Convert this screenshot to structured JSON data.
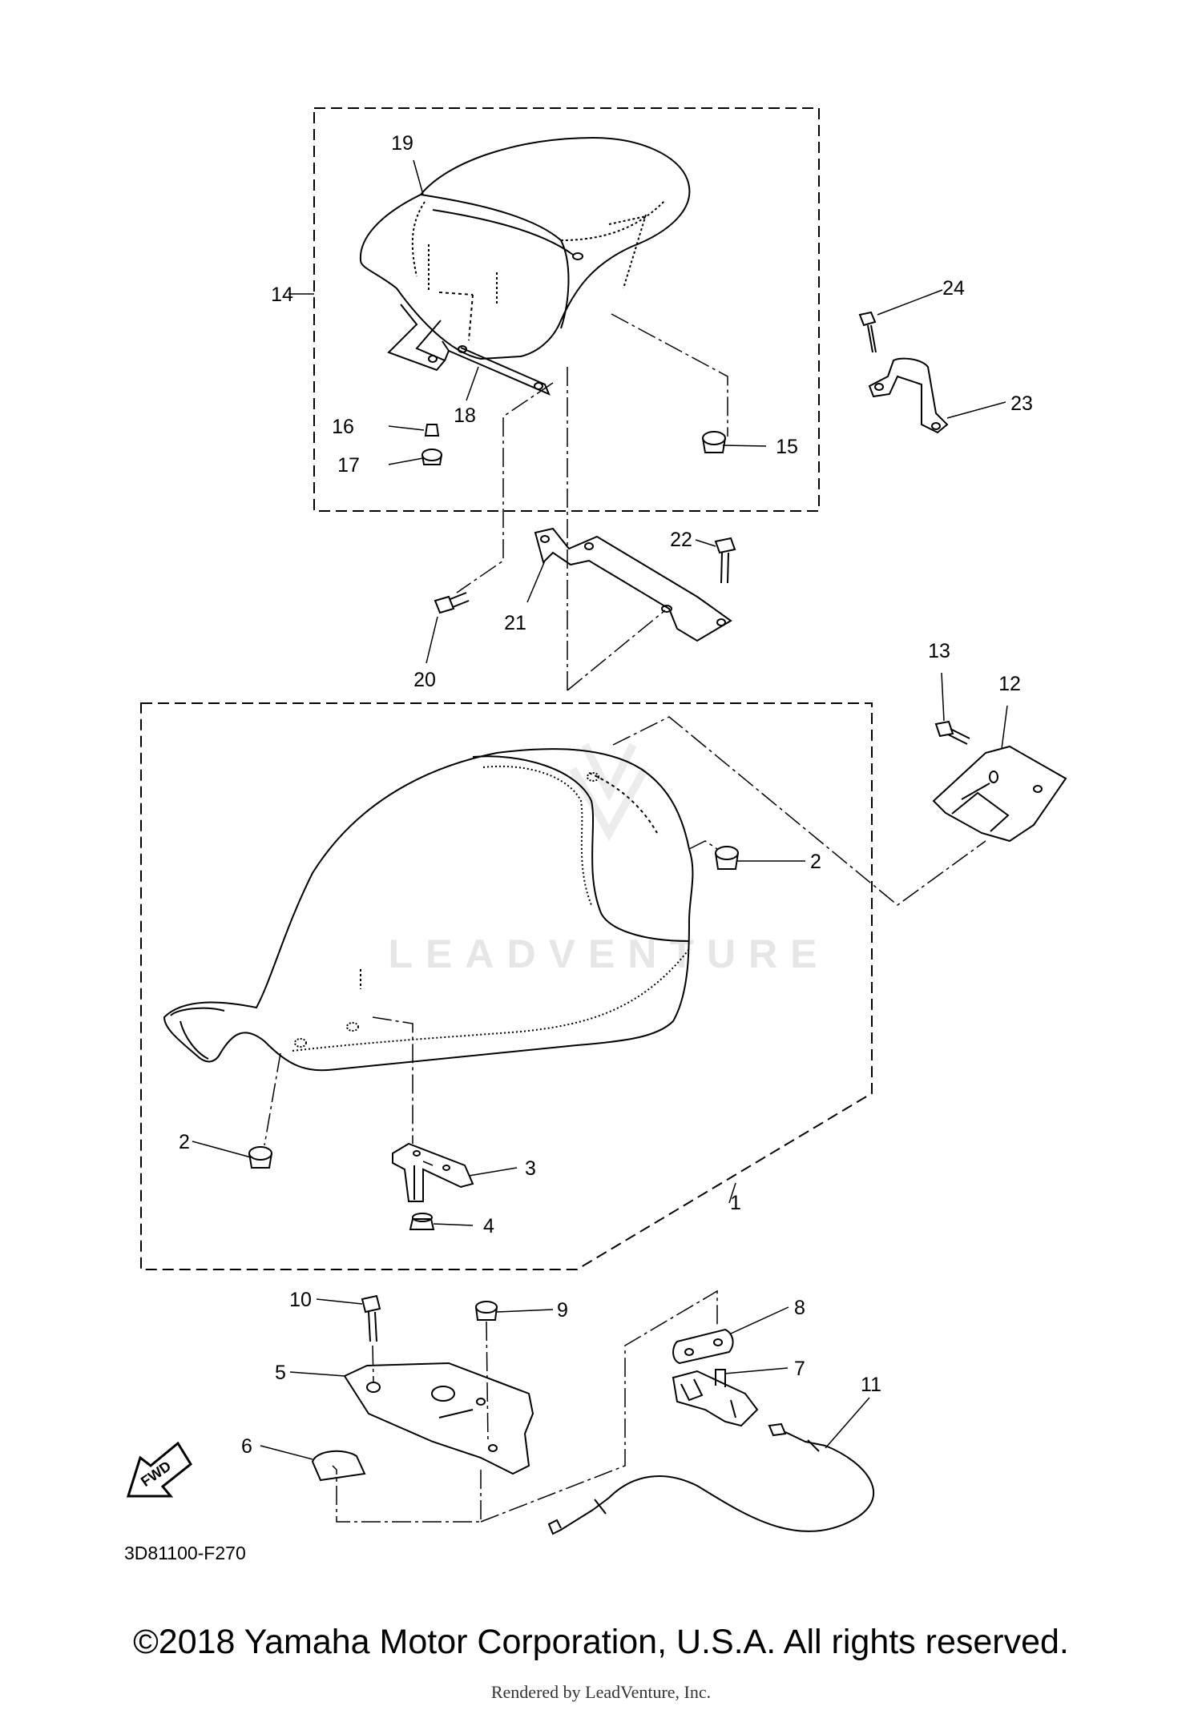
{
  "diagram": {
    "code": "3D81100-F270",
    "fwd_label": "FWD",
    "watermark": "LEADVENTURE",
    "callouts": [
      "1",
      "2",
      "2",
      "3",
      "4",
      "5",
      "6",
      "7",
      "8",
      "9",
      "10",
      "11",
      "12",
      "13",
      "14",
      "15",
      "16",
      "17",
      "18",
      "19",
      "20",
      "21",
      "22",
      "23",
      "24"
    ]
  },
  "footer": {
    "copyright": "©2018 Yamaha Motor Corporation, U.S.A. All rights reserved.",
    "rendered_by": "Rendered by LeadVenture, Inc."
  }
}
